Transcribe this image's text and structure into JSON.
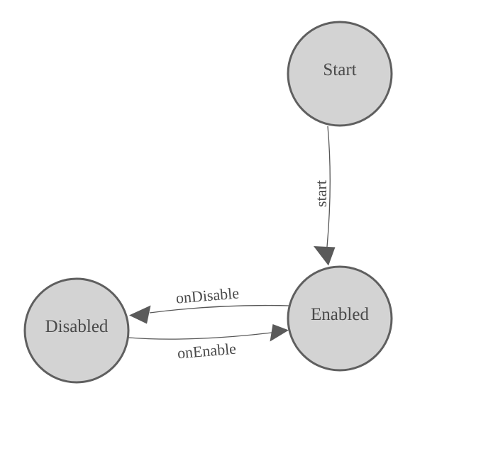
{
  "diagram": {
    "type": "state-machine",
    "nodes": [
      {
        "id": "start",
        "label": "Start"
      },
      {
        "id": "enabled",
        "label": "Enabled"
      },
      {
        "id": "disabled",
        "label": "Disabled"
      }
    ],
    "edges": [
      {
        "from": "Start",
        "to": "Enabled",
        "label": "start"
      },
      {
        "from": "Enabled",
        "to": "Disabled",
        "label": "onDisable"
      },
      {
        "from": "Disabled",
        "to": "Enabled",
        "label": "onEnable"
      }
    ],
    "colors": {
      "background": "#ffffff",
      "node_fill": "#d3d3d3",
      "node_stroke": "#5f5f5f",
      "edge_stroke": "#565656",
      "arrowhead_fill": "#5a5a5a",
      "text": "#4a4a4a"
    }
  }
}
